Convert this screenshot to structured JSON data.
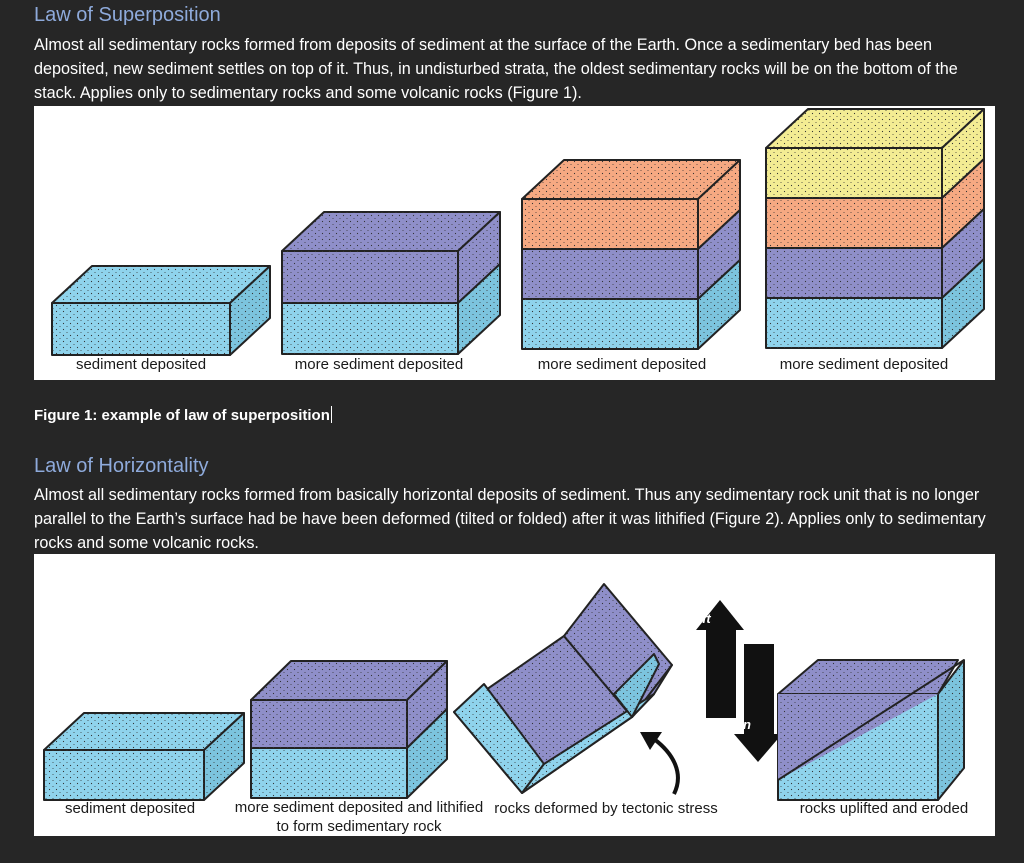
{
  "section1": {
    "heading": "Law of Superposition",
    "paragraph": "Almost all sedimentary rocks formed from deposits of sediment at the surface of the Earth. Once a sedimentary bed has been deposited, new sediment settles on top of it. Thus, in undisturbed strata, the oldest sedimentary rocks will be on the bottom of the stack. Applies only to sedimentary rocks and some volcanic rocks (Figure 1).",
    "figure_labels": [
      "sediment deposited",
      "more sediment deposited",
      "more sediment deposited",
      "more sediment deposited"
    ],
    "caption": "Figure 1: example of law of superposition"
  },
  "section2": {
    "heading": "Law of Horizontality",
    "paragraph": "Almost all sedimentary rocks formed from basically horizontal deposits of sediment. Thus any sedimentary rock unit that is no longer parallel to the Earth’s surface had be have been deformed (tilted or folded) after it was lithified (Figure 2). Applies only to sedimentary rocks and some volcanic rocks.",
    "figure_labels": [
      "sediment deposited",
      "more sediment deposited and lithified to form sedimentary rock",
      "rocks deformed by tectonic stress",
      "rocks uplifted and eroded"
    ],
    "arrow_labels": {
      "up": "uplift",
      "down": "erosion"
    }
  },
  "colors": {
    "background": "#262626",
    "heading": "#8eaadb",
    "blue_layer": "#8fd3ec",
    "purple_layer": "#8f8fc9",
    "orange_layer": "#f6a982",
    "yellow_layer": "#f3ec93"
  }
}
